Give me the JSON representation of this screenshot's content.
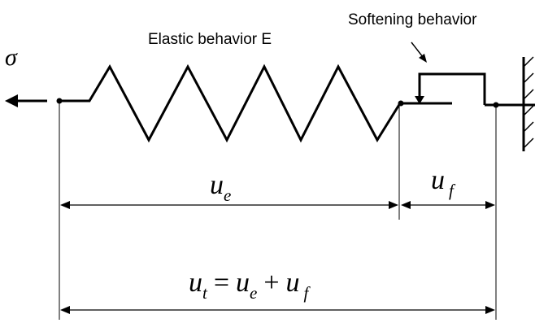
{
  "labels": {
    "stress_symbol": "σ",
    "elastic": "Elastic behavior E",
    "softening": "Softening behavior"
  },
  "dimensions": {
    "ue": {
      "base": "u",
      "sub": "e"
    },
    "uf": {
      "base": "u",
      "sub": "f"
    },
    "ut": {
      "base": "u",
      "sub": "t",
      "eq": "=",
      "t1_base": "u",
      "t1_sub": "e",
      "plus": "+",
      "t2_base": "u",
      "t2_sub": "f"
    }
  },
  "colors": {
    "line": "#000000",
    "background": "#ffffff"
  }
}
